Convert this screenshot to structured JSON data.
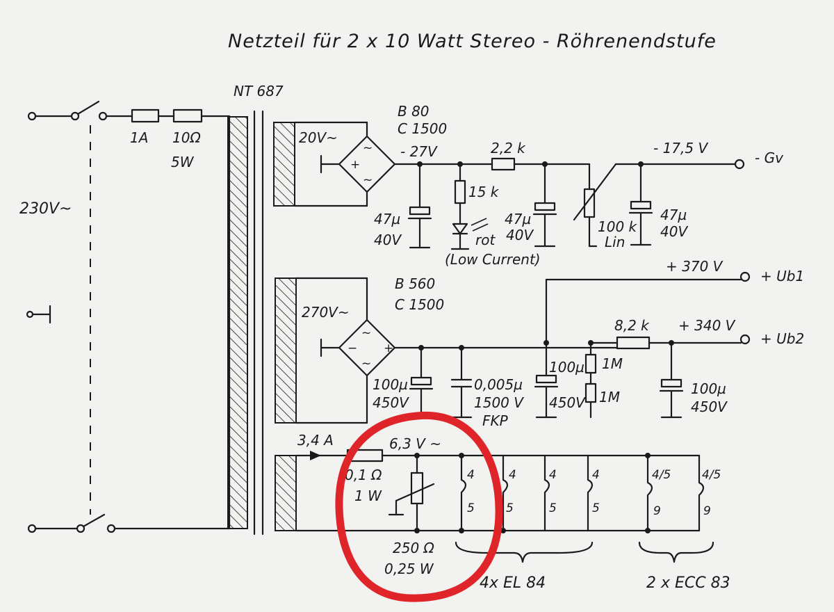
{
  "title": "Netzteil für 2 x 10 Watt Stereo - Röhrenendstufe",
  "transformer": {
    "name": "NT 687"
  },
  "mains": {
    "voltage": "230V~",
    "fuse": "1A",
    "resistor": "10Ω",
    "resistor_power": "5W"
  },
  "section_bias": {
    "winding": "20V~",
    "rectifier": "B 80",
    "rectifier_rating": "C 1500",
    "dc_voltage": "- 27V",
    "series_resistor": "2,2 k",
    "output_voltage": "- 17,5 V",
    "output_label": "- Gv",
    "cap1_value": "47µ",
    "cap1_voltage": "40V",
    "led_resistor": "15 k",
    "led_label": "rot",
    "led_note": "(Low Current)",
    "cap2_value": "47µ",
    "cap2_voltage": "40V",
    "pot_value": "100 k",
    "pot_taper": "Lin",
    "cap3_value": "47µ",
    "cap3_voltage": "40V"
  },
  "section_hv": {
    "winding": "270V~",
    "rectifier": "B 560",
    "rectifier_rating": "C 1500",
    "cap1_value": "100µ",
    "cap1_voltage": "450V",
    "cap2_value": "0,005µ",
    "cap2_voltage": "1500 V",
    "cap2_type": "FKP",
    "cap3_value": "100µ",
    "cap3_voltage": "450V",
    "bleeder1": "1M",
    "bleeder2": "1M",
    "ub1_voltage": "+ 370 V",
    "ub1_label": "+ Ub1",
    "series_resistor": "8,2 k",
    "ub2_voltage": "+ 340 V",
    "ub2_label": "+ Ub2",
    "cap4_value": "100µ",
    "cap4_voltage": "450V"
  },
  "section_heater": {
    "current": "3,4 A",
    "voltage": "6,3 V ~",
    "resistor": "0,1 Ω",
    "resistor_power": "1 W",
    "hum_pot": "250 Ω",
    "hum_pot_power": "0,25 W",
    "el84_pin_top": "4",
    "el84_pin_bottom": "5",
    "ecc83_pin_top": "4/5",
    "ecc83_pin_bottom": "9",
    "el84_label": "4x EL 84",
    "ecc83_label": "2 x ECC 83"
  },
  "misc": {
    "ground_symbol_label": "o–|"
  },
  "colors": {
    "ink": "#1a1a1a",
    "paper": "#f2f2f0",
    "highlight": "#e0252a"
  }
}
